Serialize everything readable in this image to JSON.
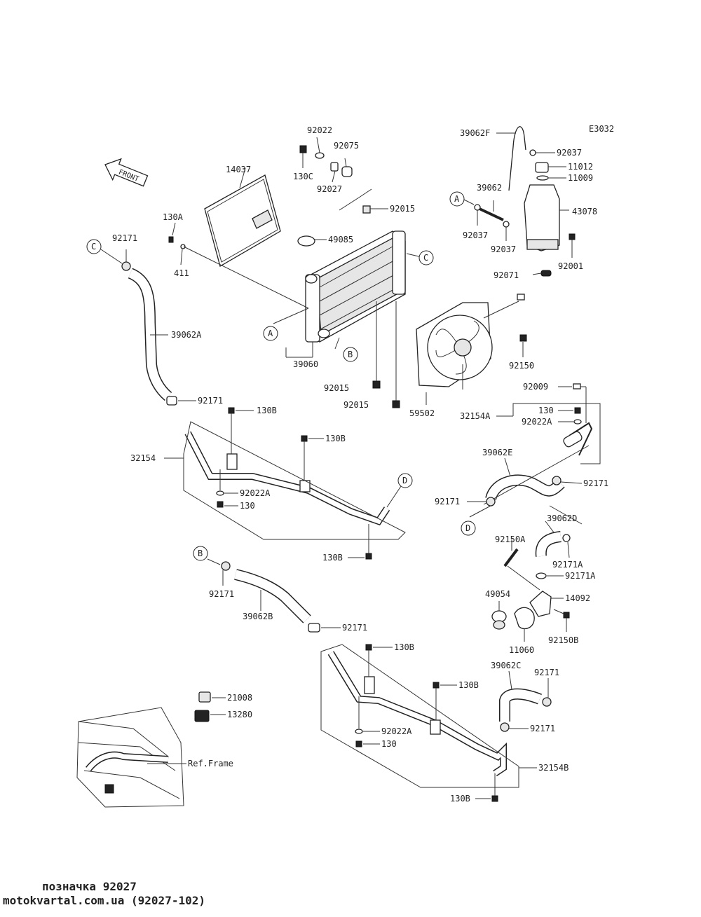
{
  "diagram": {
    "code": "E3032",
    "front_label": "FRONT",
    "ref_frame": "Ref.Frame",
    "callouts": [
      "A",
      "B",
      "C",
      "D"
    ],
    "labels": {
      "p14037": "14037",
      "p130A": "130A",
      "p411": "411",
      "p92171_top": "92171",
      "p39062A": "39062A",
      "p92022": "92022",
      "p92075": "92075",
      "p130C": "130C",
      "p92027": "92027",
      "p92015_top": "92015",
      "p49085": "49085",
      "p39060": "39060",
      "p92015_mid": "92015",
      "p92015_bot": "92015",
      "p59502": "59502",
      "p92150": "92150",
      "p39062F": "39062F",
      "p92037_top": "92037",
      "p11012": "11012",
      "p11009": "11009",
      "p39062": "39062",
      "p43078": "43078",
      "p92037_l": "92037",
      "p92037_m": "92037",
      "p92001": "92001",
      "p92071": "92071",
      "p92171_mid": "92171",
      "p130B_1": "130B",
      "p130B_2": "130B",
      "p32154": "32154",
      "p92022A_1": "92022A",
      "p130_1": "130",
      "p130B_3": "130B",
      "p92009": "92009",
      "p130_r": "130",
      "p32154A": "32154A",
      "p92022A_r": "92022A",
      "p39062E": "39062E",
      "p92171_r1": "92171",
      "p92171_r2": "92171",
      "p39062D": "39062D",
      "p92150A": "92150A",
      "p92171A_1": "92171A",
      "p92171A_2": "92171A",
      "p14092": "14092",
      "p49054": "49054",
      "p11060": "11060",
      "p92150B": "92150B",
      "p92171_b1": "92171",
      "p39062B": "39062B",
      "p92171_b2": "92171",
      "p130B_4": "130B",
      "p130B_5": "130B",
      "p21008": "21008",
      "p13280": "13280",
      "p92022A_2": "92022A",
      "p130_2": "130",
      "p39062C": "39062C",
      "p92171_c1": "92171",
      "p92171_c2": "92171",
      "p32154B": "32154B",
      "p130B_6": "130B"
    }
  },
  "footer": {
    "caption": "позначка 92027",
    "source": "motokvartal.com.ua (92027-102)"
  }
}
